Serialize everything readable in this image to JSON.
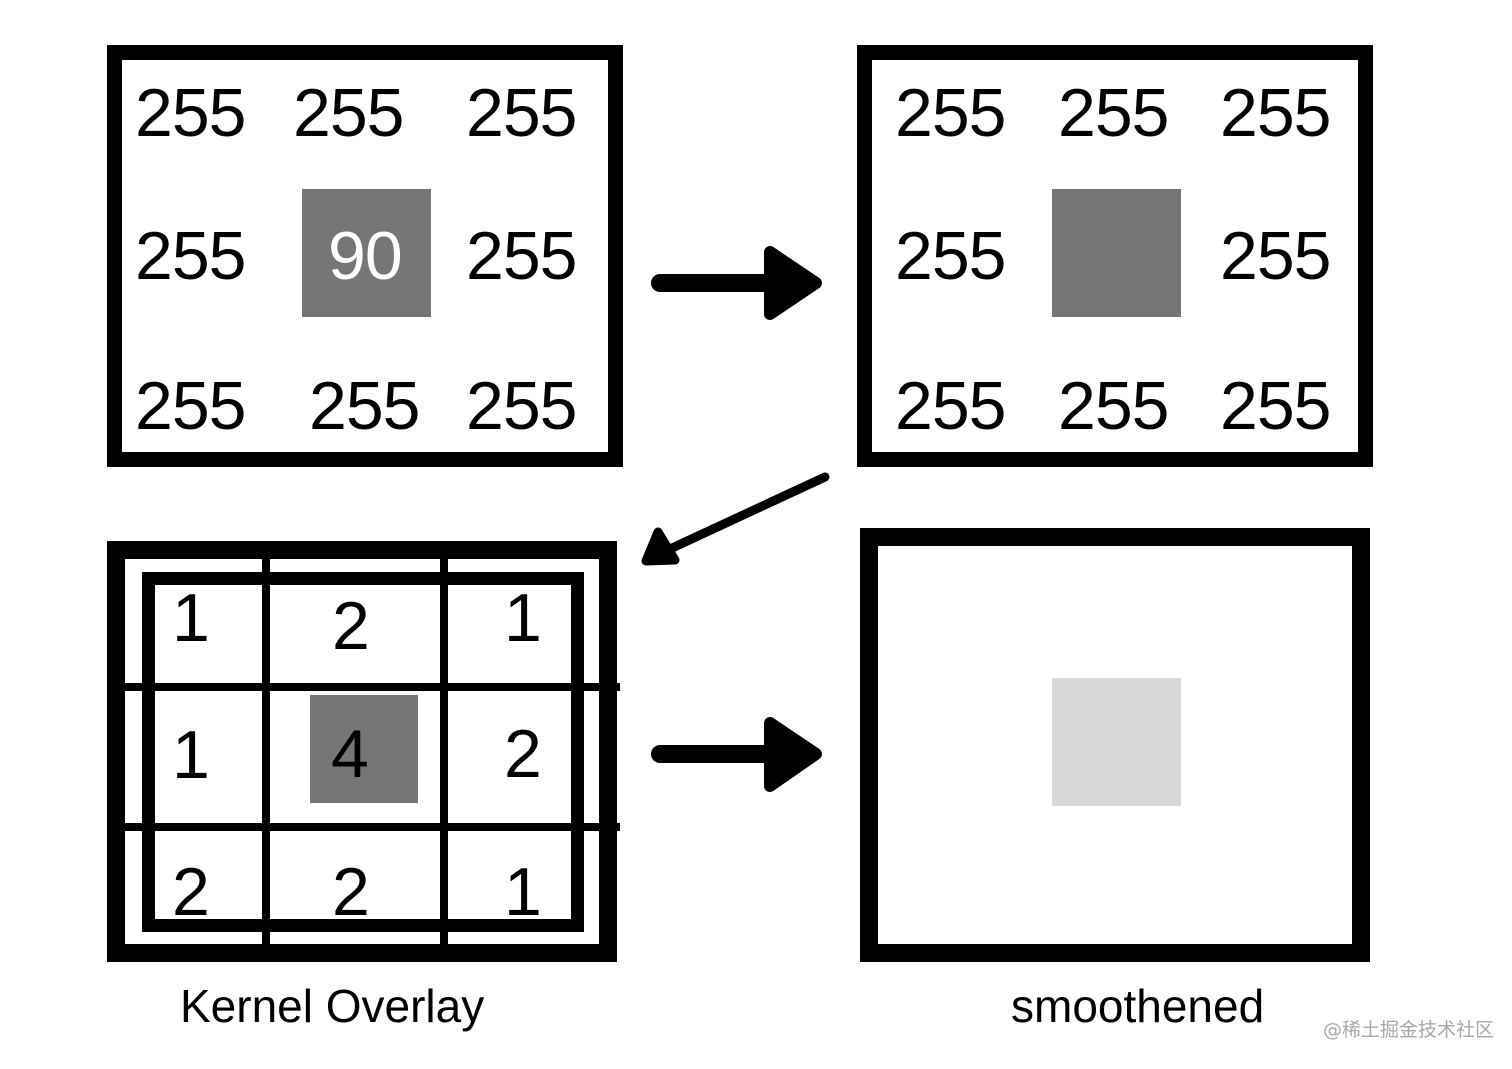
{
  "colors": {
    "stroke": "#000000",
    "background": "#ffffff",
    "dark_pixel": "#767676",
    "smoothed_pixel": "#d8d8d8",
    "watermark": "#a8a8a8"
  },
  "panels": {
    "original": {
      "grid": [
        [
          "255",
          "255",
          "255"
        ],
        [
          "255",
          "90",
          "255"
        ],
        [
          "255",
          "255",
          "255"
        ]
      ],
      "highlight_cell": "90"
    },
    "target": {
      "grid": [
        [
          "255",
          "255",
          "255"
        ],
        [
          "255",
          "",
          "255"
        ],
        [
          "255",
          "255",
          "255"
        ]
      ]
    },
    "kernel_overlay": {
      "kernel": [
        [
          "1",
          "2",
          "1"
        ],
        [
          "1",
          "4",
          "2"
        ],
        [
          "2",
          "2",
          "1"
        ]
      ],
      "caption": "Kernel Overlay"
    },
    "smoothened": {
      "caption": "smoothened"
    }
  },
  "arrows": [
    {
      "from": "original",
      "to": "target",
      "direction": "right"
    },
    {
      "from": "target",
      "to": "kernel_overlay",
      "direction": "down-left"
    },
    {
      "from": "kernel_overlay",
      "to": "smoothened",
      "direction": "right"
    }
  ],
  "watermark": "@稀土掘金技术社区"
}
